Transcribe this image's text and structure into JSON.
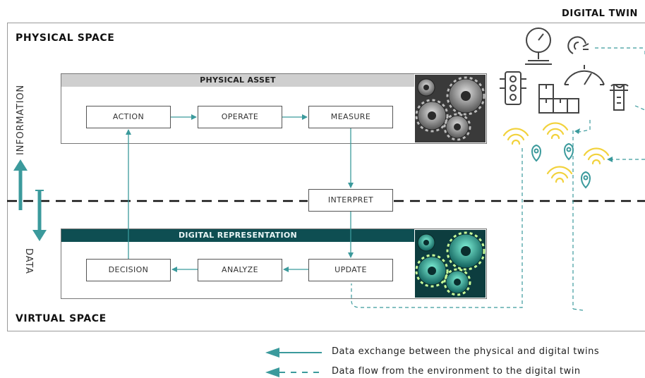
{
  "title": "DIGITAL TWIN",
  "spaces": {
    "physical": "PHYSICAL SPACE",
    "virtual": "VIRTUAL SPACE"
  },
  "axis": {
    "information": "INFORMATION",
    "data": "DATA"
  },
  "physical_asset": {
    "header": "PHYSICAL ASSET",
    "steps": [
      "ACTION",
      "OPERATE",
      "MEASURE"
    ]
  },
  "interpret": "INTERPRET",
  "digital_representation": {
    "header": "DIGITAL REPRESENTATION",
    "steps": [
      "DECISION",
      "ANALYZE",
      "UPDATE"
    ]
  },
  "legend": {
    "solid": "Data exchange between the physical and digital twins",
    "dashed": "Data flow from the environment to the digital twin"
  },
  "colors": {
    "teal": "#3b9a9c",
    "dark_teal": "#0e4e52",
    "light_header": "#cfcfcf",
    "wifi_yellow": "#f2d23c",
    "icon_gray": "#444444"
  },
  "icons": [
    "pressure-gauge-icon",
    "flame-sensor-icon",
    "traffic-light-icon",
    "boxes-icon",
    "speedometer-icon",
    "water-level-icon",
    "wifi-signal-icon",
    "location-pin-icon"
  ]
}
